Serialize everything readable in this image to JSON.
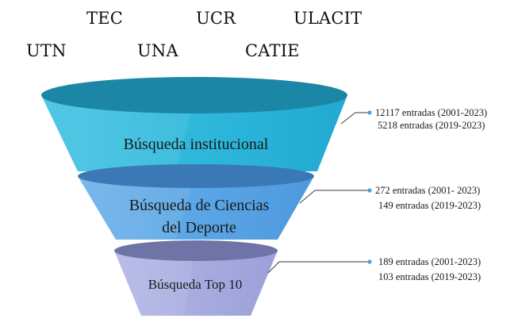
{
  "institutions": [
    "TEC",
    "UCR",
    "ULACIT",
    "UTN",
    "UNA",
    "CATIE"
  ],
  "levels": [
    {
      "label_lines": [
        "Búsqueda institucional"
      ],
      "stats": [
        "12117 entradas (2001-2023)",
        "5218 entradas (2019-2023)"
      ]
    },
    {
      "label_lines": [
        "Búsqueda de Ciencias",
        "del Deporte"
      ],
      "stats": [
        "272 entradas (2001- 2023)",
        "149 entradas (2019-2023)"
      ]
    },
    {
      "label_lines": [
        "Búsqueda Top 10"
      ],
      "stats": [
        "189 entradas (2001-2023)",
        "103 entradas (2019-2023)"
      ]
    }
  ],
  "colors": {
    "level1_body": "#2fb8dc",
    "level1_top": "#1b86a6",
    "level2_body": "#5aa6e6",
    "level2_top": "#3b78b6",
    "level3_body": "#a7ace0",
    "level3_top": "#6f74a6",
    "connector": "#3a3a3a",
    "dot": "#4aa3df"
  }
}
